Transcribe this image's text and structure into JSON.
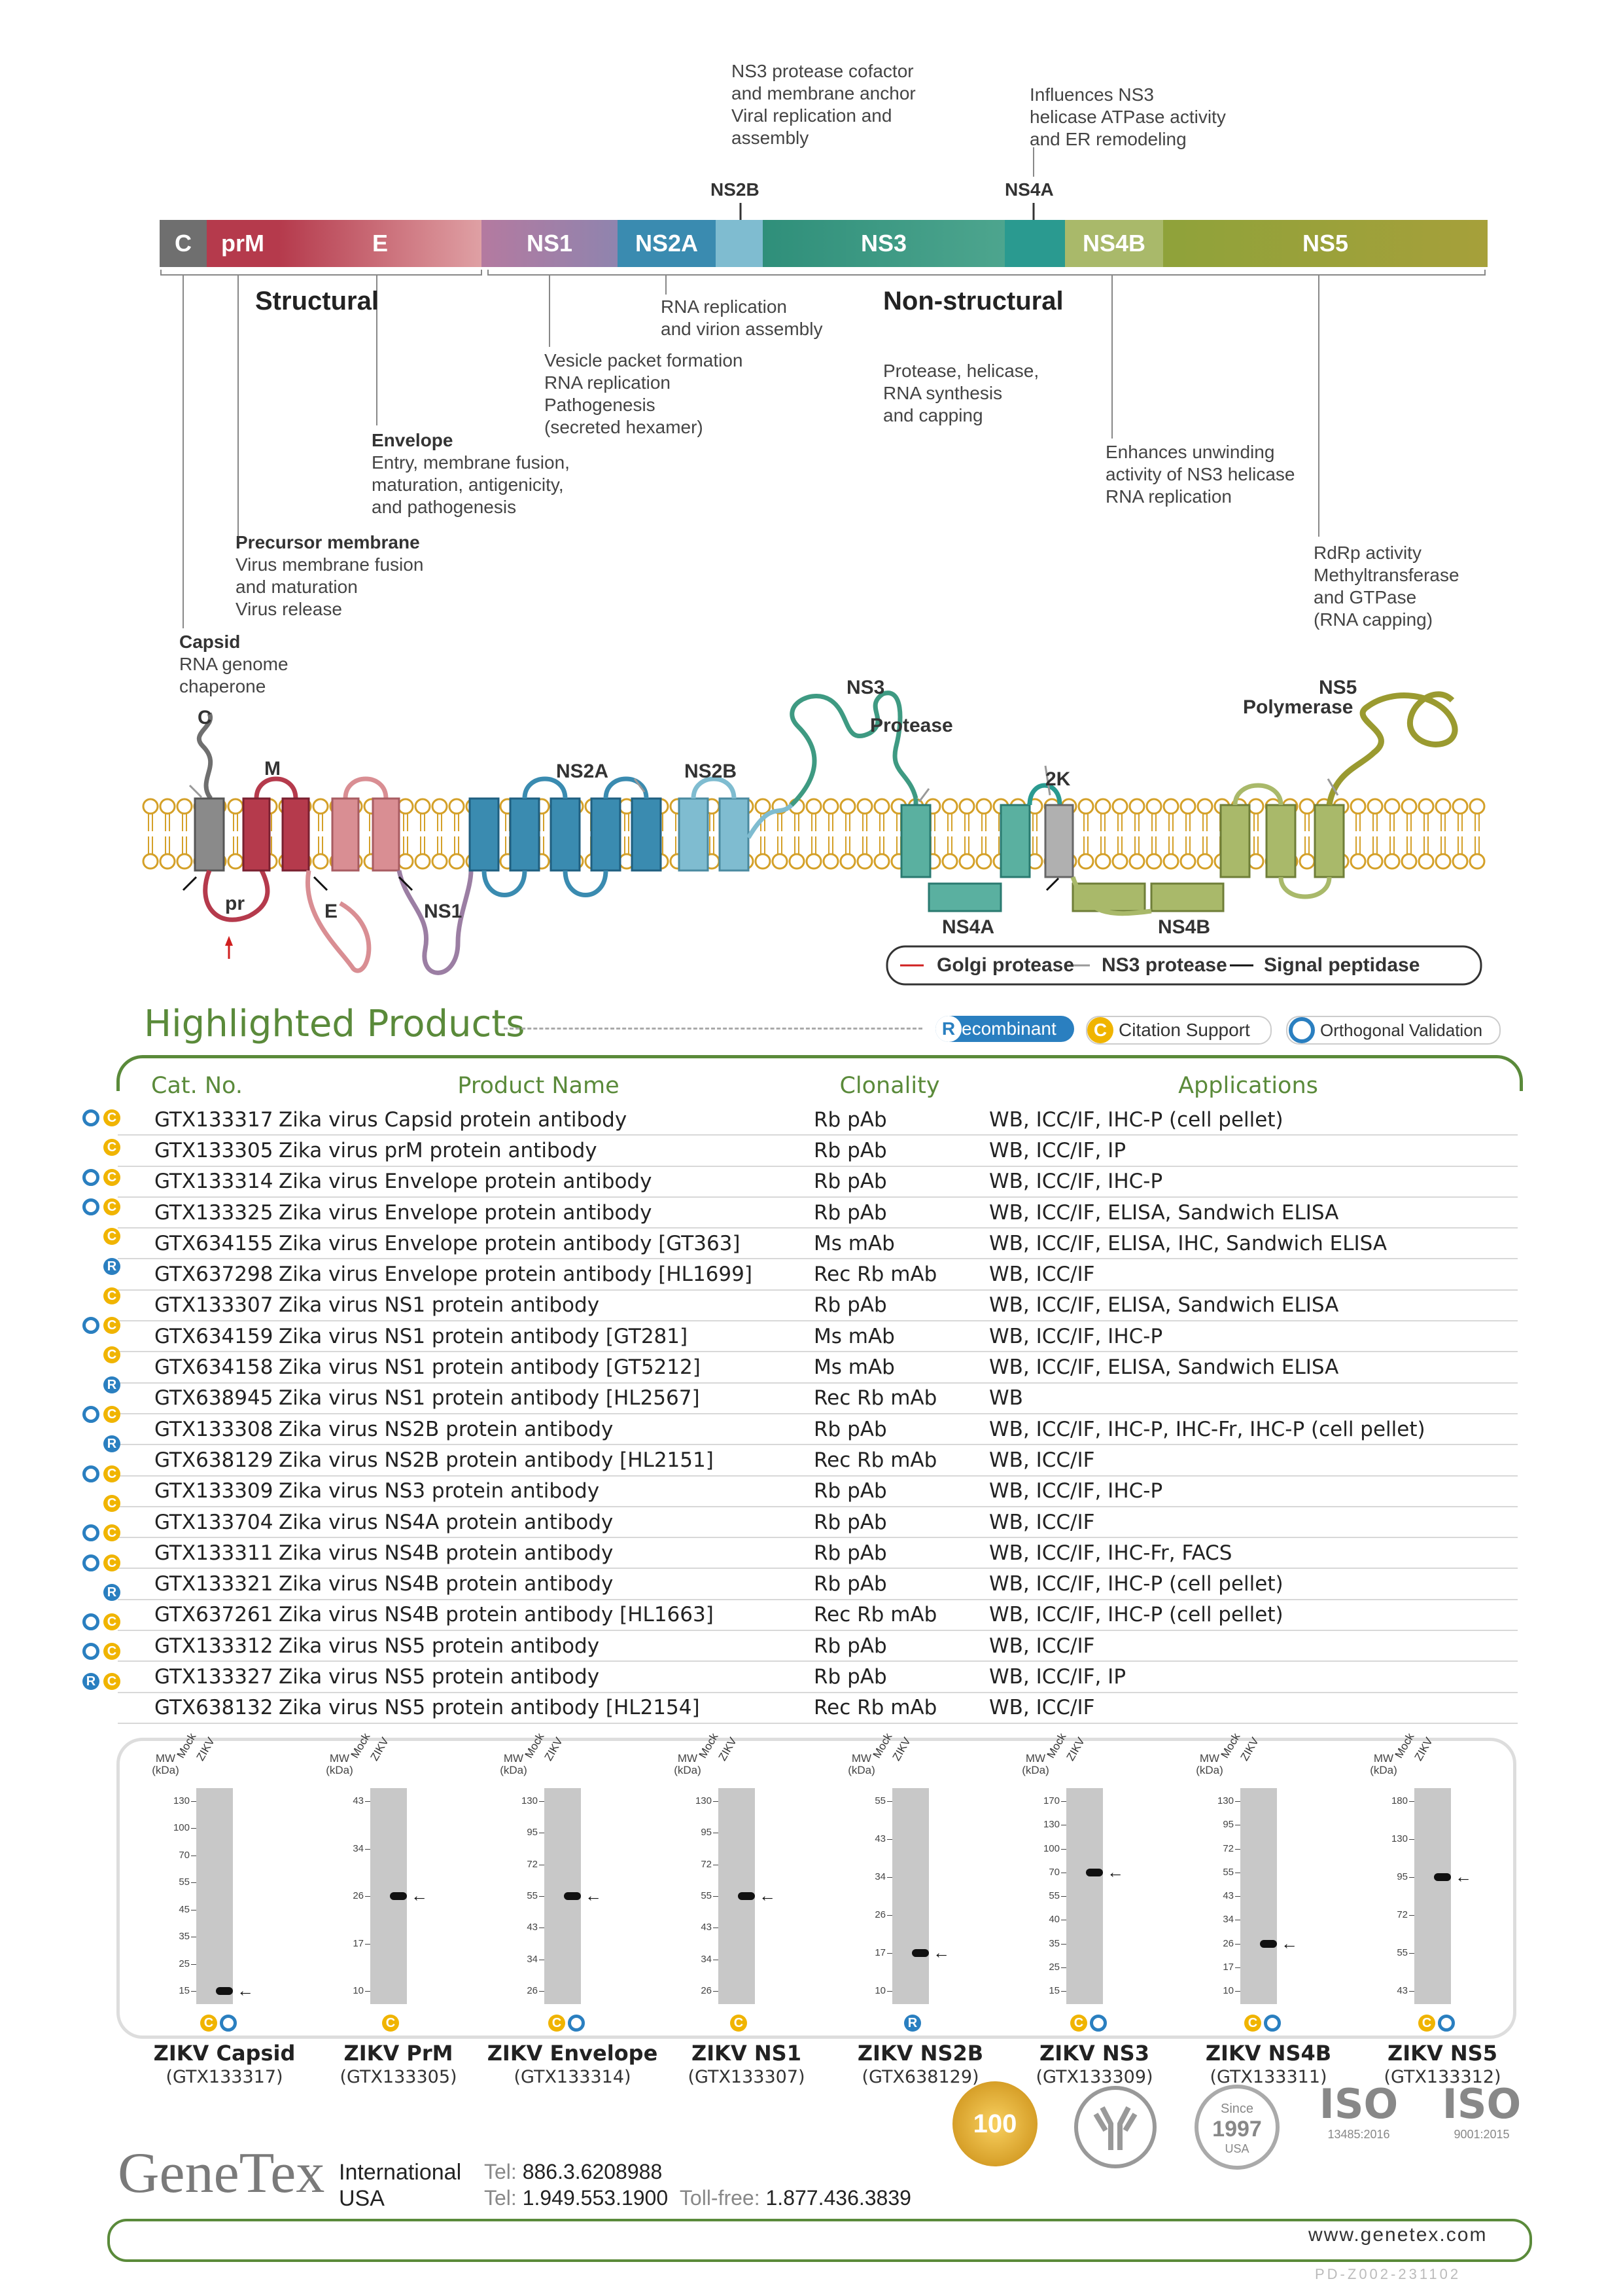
{
  "genome": {
    "segments": [
      {
        "label": "C",
        "color": "#6f6f6f"
      },
      {
        "label": "prM",
        "color": "#b53a4c"
      },
      {
        "label": "E",
        "color": "#d98e93"
      },
      {
        "label": "NS1",
        "color": "#9b7ea3"
      },
      {
        "label": "NS2A",
        "color": "#3a8bb0"
      },
      {
        "label": "NS2B",
        "color": "#7fbcd0"
      },
      {
        "label": "NS3",
        "color": "#3e9a82"
      },
      {
        "label": "NS4A",
        "color": "#2a9a90"
      },
      {
        "label": "NS4B",
        "color": "#a9b96a"
      },
      {
        "label": "NS5",
        "color": "#9a9a30"
      }
    ],
    "ns2b_top_label": "NS2B",
    "ns4a_top_label": "NS4A",
    "group_structural": "Structural",
    "group_nonstructural": "Non-structural",
    "annotations": {
      "ns2b": "NS3 protease cofactor\nand membrane anchor\nViral replication and\nassembly",
      "ns4a": "Influences NS3\nhelicase ATPase activity\nand ER remodeling",
      "ns2a": "RNA replication\nand virion assembly",
      "ns1": "Vesicle packet formation\nRNA replication\nPathogenesis\n(secreted hexamer)",
      "ns3": "Protease, helicase,\nRNA synthesis\nand capping",
      "ns4b": "Enhances unwinding\nactivity of NS3 helicase\nRNA replication",
      "ns5": "RdRp activity\nMethyltransferase\nand GTPase\n(RNA capping)",
      "envelope_title": "Envelope",
      "envelope": "Entry, membrane fusion,\nmaturation, antigenicity,\nand pathogenesis",
      "prm_title": "Precursor membrane",
      "prm": "Virus membrane fusion\nand maturation\nVirus release",
      "capsid_title": "Capsid",
      "capsid": "RNA genome\nchaperone"
    }
  },
  "membrane": {
    "labels": {
      "c": "C",
      "m": "M",
      "pr": "pr",
      "e": "E",
      "ns1": "NS1",
      "ns2a": "NS2A",
      "ns2b": "NS2B",
      "ns3": "NS3",
      "protease": "Protease",
      "ns5": "NS5",
      "polymerase": "Polymerase",
      "k2": "2K",
      "ns4a": "NS4A",
      "ns4b": "NS4B"
    },
    "legend": {
      "golgi": "Golgi protease",
      "ns3p": "NS3 protease",
      "signal": "Signal peptidase"
    }
  },
  "products": {
    "title": "Highlighted Products",
    "badges": {
      "recombinant": "ecombinant",
      "recombinant_letter": "R",
      "citation": "Citation Support",
      "citation_letter": "C",
      "orthogonal": "Orthogonal Validation"
    },
    "headers": [
      "Cat. No.",
      "Product Name",
      "Clonality",
      "Applications"
    ],
    "rows": [
      {
        "cat": "GTX133317",
        "name": "Zika virus Capsid protein antibody",
        "clon": "Rb pAb",
        "app": "WB, ICC/IF, IHC-P (cell pellet)",
        "icons": [
          "o",
          "c"
        ]
      },
      {
        "cat": "GTX133305",
        "name": "Zika virus prM protein antibody",
        "clon": "Rb pAb",
        "app": "WB, ICC/IF, IP",
        "icons": [
          "c"
        ]
      },
      {
        "cat": "GTX133314",
        "name": "Zika virus Envelope protein antibody",
        "clon": "Rb pAb",
        "app": "WB, ICC/IF, IHC-P",
        "icons": [
          "o",
          "c"
        ]
      },
      {
        "cat": "GTX133325",
        "name": "Zika virus Envelope protein antibody",
        "clon": "Rb pAb",
        "app": "WB, ICC/IF, ELISA, Sandwich ELISA",
        "icons": [
          "o",
          "c"
        ]
      },
      {
        "cat": "GTX634155",
        "name": "Zika virus Envelope protein antibody [GT363]",
        "clon": "Ms mAb",
        "app": "WB, ICC/IF, ELISA, IHC, Sandwich ELISA",
        "icons": [
          "c"
        ]
      },
      {
        "cat": "GTX637298",
        "name": "Zika virus Envelope protein antibody [HL1699]",
        "clon": "Rec Rb mAb",
        "app": "WB, ICC/IF",
        "icons": [
          "r"
        ]
      },
      {
        "cat": "GTX133307",
        "name": "Zika virus NS1 protein antibody",
        "clon": "Rb pAb",
        "app": "WB, ICC/IF, ELISA, Sandwich ELISA",
        "icons": [
          "c"
        ]
      },
      {
        "cat": "GTX634159",
        "name": "Zika virus NS1 protein antibody [GT281]",
        "clon": "Ms mAb",
        "app": "WB, ICC/IF, IHC-P",
        "icons": [
          "o",
          "c"
        ]
      },
      {
        "cat": "GTX634158",
        "name": "Zika virus NS1 protein antibody [GT5212]",
        "clon": "Ms mAb",
        "app": "WB, ICC/IF, ELISA, Sandwich ELISA",
        "icons": [
          "c"
        ]
      },
      {
        "cat": "GTX638945",
        "name": "Zika virus NS1 protein antibody [HL2567]",
        "clon": "Rec Rb mAb",
        "app": "WB",
        "icons": [
          "r"
        ]
      },
      {
        "cat": "GTX133308",
        "name": "Zika virus NS2B protein antibody",
        "clon": "Rb pAb",
        "app": "WB, ICC/IF, IHC-P, IHC-Fr, IHC-P (cell pellet)",
        "icons": [
          "o",
          "c"
        ]
      },
      {
        "cat": "GTX638129",
        "name": "Zika virus NS2B protein antibody [HL2151]",
        "clon": "Rec Rb mAb",
        "app": "WB, ICC/IF",
        "icons": [
          "r"
        ]
      },
      {
        "cat": "GTX133309",
        "name": "Zika virus NS3 protein antibody",
        "clon": "Rb pAb",
        "app": "WB, ICC/IF, IHC-P",
        "icons": [
          "o",
          "c"
        ]
      },
      {
        "cat": "GTX133704",
        "name": "Zika virus NS4A protein antibody",
        "clon": "Rb pAb",
        "app": "WB, ICC/IF",
        "icons": [
          "c"
        ]
      },
      {
        "cat": "GTX133311",
        "name": "Zika virus NS4B protein antibody",
        "clon": "Rb pAb",
        "app": "WB, ICC/IF, IHC-Fr, FACS",
        "icons": [
          "o",
          "c"
        ]
      },
      {
        "cat": "GTX133321",
        "name": "Zika virus NS4B protein antibody",
        "clon": "Rb pAb",
        "app": "WB, ICC/IF, IHC-P (cell pellet)",
        "icons": [
          "o",
          "c"
        ]
      },
      {
        "cat": "GTX637261",
        "name": "Zika virus NS4B protein antibody [HL1663]",
        "clon": "Rec Rb mAb",
        "app": "WB, ICC/IF, IHC-P (cell pellet)",
        "icons": [
          "r"
        ]
      },
      {
        "cat": "GTX133312",
        "name": "Zika virus NS5 protein antibody",
        "clon": "Rb pAb",
        "app": "WB, ICC/IF",
        "icons": [
          "o",
          "c"
        ]
      },
      {
        "cat": "GTX133327",
        "name": "Zika virus NS5 protein antibody",
        "clon": "Rb pAb",
        "app": "WB, ICC/IF, IP",
        "icons": [
          "o",
          "c"
        ]
      },
      {
        "cat": "GTX638132",
        "name": "Zika virus NS5 protein antibody [HL2154]",
        "clon": "Rec Rb mAb",
        "app": "WB, ICC/IF",
        "icons": [
          "r",
          "c"
        ]
      }
    ]
  },
  "blots": {
    "mw_label": "MW\n(kDa)",
    "lane1": "Mock",
    "lane2": "ZIKV",
    "items": [
      {
        "title": "ZIKV Capsid",
        "cat": "(GTX133317)",
        "markers": [
          "130",
          "100",
          "70",
          "55",
          "45",
          "35",
          "25",
          "15"
        ],
        "band": "15",
        "icons": [
          "c",
          "o"
        ]
      },
      {
        "title": "ZIKV PrM",
        "cat": "(GTX133305)",
        "markers": [
          "43",
          "34",
          "26",
          "17",
          "10"
        ],
        "band": "26",
        "icons": [
          "c"
        ]
      },
      {
        "title": "ZIKV Envelope",
        "cat": "(GTX133314)",
        "markers": [
          "130",
          "95",
          "72",
          "55",
          "43",
          "34",
          "26"
        ],
        "band": "55",
        "icons": [
          "c",
          "o"
        ]
      },
      {
        "title": "ZIKV NS1",
        "cat": "(GTX133307)",
        "markers": [
          "130",
          "95",
          "72",
          "55",
          "43",
          "34",
          "26"
        ],
        "band": "55",
        "icons": [
          "c"
        ]
      },
      {
        "title": "ZIKV NS2B",
        "cat": "(GTX638129)",
        "markers": [
          "55",
          "43",
          "34",
          "26",
          "17",
          "10"
        ],
        "band": "17",
        "icons": [
          "r"
        ]
      },
      {
        "title": "ZIKV NS3",
        "cat": "(GTX133309)",
        "markers": [
          "170",
          "130",
          "100",
          "70",
          "55",
          "40",
          "35",
          "25",
          "15"
        ],
        "band": "70",
        "icons": [
          "c",
          "o"
        ]
      },
      {
        "title": "ZIKV NS4B",
        "cat": "(GTX133311)",
        "markers": [
          "130",
          "95",
          "72",
          "55",
          "43",
          "34",
          "26",
          "17",
          "10"
        ],
        "band": "26",
        "icons": [
          "c",
          "o"
        ]
      },
      {
        "title": "ZIKV NS5",
        "cat": "(GTX133312)",
        "markers": [
          "180",
          "130",
          "95",
          "72",
          "55",
          "43"
        ],
        "band": "95",
        "icons": [
          "c",
          "o"
        ]
      }
    ]
  },
  "footer": {
    "brand": "GeneTex",
    "region1": "International",
    "region2": "USA",
    "tel1_label": "Tel:",
    "tel1": "886.3.6208988",
    "tel2_label": "Tel:",
    "tel2": "1.949.553.1900",
    "tollfree_label": "Toll-free:",
    "tollfree": "1.877.436.3839",
    "since": "Since",
    "year": "1997",
    "usa": "USA",
    "gold_badge": "100",
    "iso1": "13485:2016",
    "iso2": "9001:2015",
    "iso": "ISO",
    "website": "www.genetex.com",
    "code": "PD-Z002-231102"
  }
}
